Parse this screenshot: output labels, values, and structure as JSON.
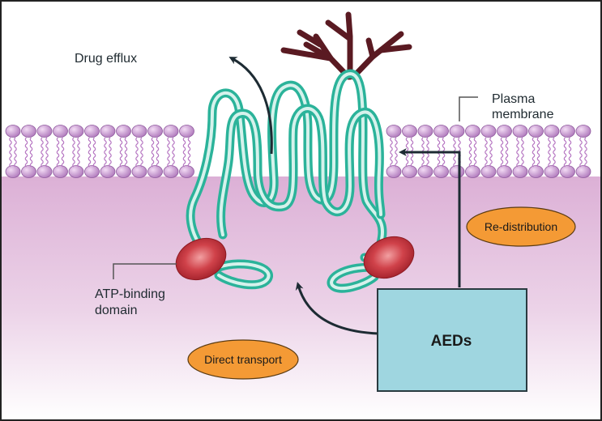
{
  "figure": {
    "title": "P-glycoprotein mediated transport of AEDs across plasma membrane",
    "labels": {
      "drug_efflux": "Drug efflux",
      "plasma_membrane_line1": "Plasma",
      "plasma_membrane_line2": "membrane",
      "atp_line1": "ATP-binding",
      "atp_line2": "domain",
      "redistribution": "Re-distribution",
      "direct_transport": "Direct transport",
      "aeds": "AEDs"
    },
    "colors": {
      "protein": "#2bb39a",
      "protein_core": "#d6f2ec",
      "lipid_head": "#c79ad0",
      "lipid_tail": "#b676c2",
      "cytoplasm": "#e6c4e0",
      "atp_domain": "#c7323a",
      "glycan": "#5a1a22",
      "oval_fill": "#f49a35",
      "aed_box": "#9fd6e0",
      "arrow": "#1d2b33"
    }
  }
}
